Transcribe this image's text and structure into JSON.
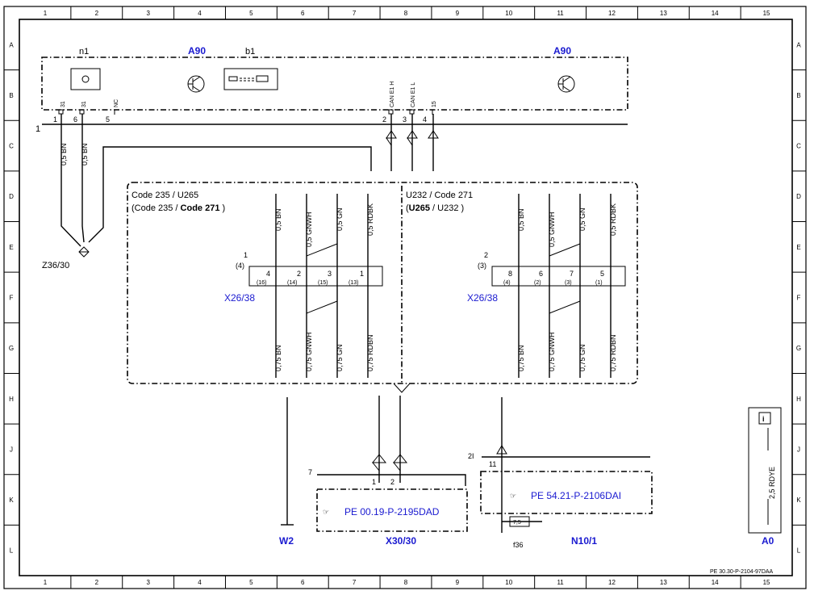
{
  "grid": {
    "columns": [
      "1",
      "2",
      "3",
      "4",
      "5",
      "6",
      "7",
      "8",
      "9",
      "10",
      "11",
      "12",
      "13",
      "14",
      "15"
    ],
    "rows": [
      "A",
      "B",
      "C",
      "D",
      "E",
      "F",
      "G",
      "H",
      "J",
      "K",
      "L"
    ]
  },
  "components": {
    "a90_left": "A90",
    "a90_right": "A90",
    "n1": "n1",
    "b1": "b1",
    "z36": "Z36/30",
    "x26_left": "X26/38",
    "x26_right": "X26/38",
    "w2": "W2",
    "x30": "X30/30",
    "n10": "N10/1",
    "a0": "A0",
    "f36": "f36",
    "fuse_value": "7,5"
  },
  "top_module": {
    "pin_names": [
      "31",
      "31",
      "NC",
      "CAN E1 H",
      "CAN E1 L",
      "15"
    ],
    "pin_numbers": [
      "1",
      "6",
      "5",
      "2",
      "3",
      "4"
    ],
    "connector_number": "1"
  },
  "left_wires": [
    "0,5 BN",
    "0,5 BN"
  ],
  "code_box": {
    "left_line1": "Code 235  / U265",
    "left_line2_pre": "(Code 235  / ",
    "left_line2_bold": "Code 271",
    "left_line2_post": " )",
    "right_line1": "U232 / Code 271",
    "right_line2_pre": "(",
    "right_line2_bold": "U265",
    "right_line2_post": " / U232 )"
  },
  "left_connector": {
    "label_top": "1",
    "label_paren": "(4)",
    "pins": [
      "4",
      "2",
      "3",
      "1"
    ],
    "pins_paren": [
      "(16)",
      "(14)",
      "(15)",
      "(13)"
    ],
    "upper_wires": [
      "0,5 BN",
      "0,5 GNWH",
      "0,5 GN",
      "0,5 RDBK"
    ],
    "lower_wires": [
      "0,75 BN",
      "0,75 GNWH",
      "0,75 GN",
      "0,75 RDBN"
    ]
  },
  "right_connector": {
    "label_top": "2",
    "label_paren": "(3)",
    "pins": [
      "8",
      "6",
      "7",
      "5"
    ],
    "pins_paren": [
      "(4)",
      "(2)",
      "(3)",
      "(1)"
    ],
    "upper_wires": [
      "0,5 BN",
      "0,5 GNWH",
      "0,5 GN",
      "0,5 RDBK"
    ],
    "lower_wires": [
      "0,75 BN",
      "0,75 GNWH",
      "0,75 GN",
      "0,75 RDBN"
    ]
  },
  "x30_box": {
    "connector_label": "7",
    "pins": [
      "1",
      "2"
    ],
    "reference": "PE 00.19-P-2195DAD"
  },
  "n10_box": {
    "connector_label": "2I",
    "pin": "11",
    "reference": "PE 54.21-P-2106DAI"
  },
  "a0_box": {
    "wire": "2,5 RDYE"
  },
  "footer_code": "PE 30.30-P-2104-97DAA",
  "colors": {
    "ink": "#000000",
    "link": "#1a1ad0",
    "background": "#ffffff"
  }
}
